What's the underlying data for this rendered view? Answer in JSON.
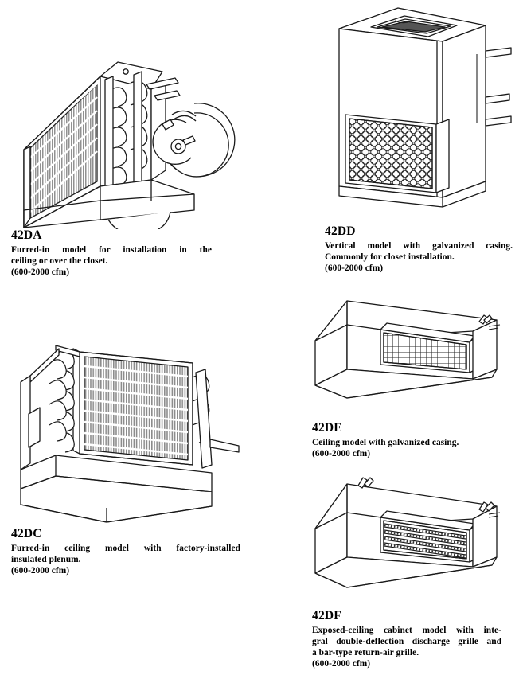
{
  "page": {
    "background_color": "#ffffff",
    "line_color": "#1a1a1a",
    "fill_color": "#ffffff",
    "shade_color": "#9a9a9a"
  },
  "figures": [
    {
      "id": "42DA",
      "model": "42DA",
      "icon": "fan-coil-furred-in-unit-illustration",
      "description_lines": [
        "Furred-in  model  for  installation  in  the",
        "ceiling or over the closet."
      ],
      "airflow": "(600-2000 cfm)"
    },
    {
      "id": "42DD",
      "model": "42DD",
      "icon": "fan-coil-vertical-cabinet-illustration",
      "description_lines": [
        "Vertical  model  with  galvanized  casing.",
        "Commonly for closet installation."
      ],
      "airflow": "(600-2000 cfm)"
    },
    {
      "id": "42DC",
      "model": "42DC",
      "icon": "fan-coil-furred-in-ceiling-plenum-illustration",
      "description_lines": [
        "Furred-in  ceiling  model  with  factory-installed",
        "insulated plenum."
      ],
      "airflow": "(600-2000 cfm)"
    },
    {
      "id": "42DE",
      "model": "42DE",
      "icon": "fan-coil-ceiling-cabinet-illustration",
      "description_lines": [
        "Ceiling model with galvanized casing."
      ],
      "airflow": "(600-2000 cfm)"
    },
    {
      "id": "42DF",
      "model": "42DF",
      "icon": "fan-coil-exposed-ceiling-cabinet-illustration",
      "description_lines": [
        "Exposed-ceiling  cabinet  model  with  inte-",
        "gral double-deflection discharge grille and",
        "a bar-type return-air grille."
      ],
      "airflow": "(600-2000 cfm)"
    }
  ]
}
